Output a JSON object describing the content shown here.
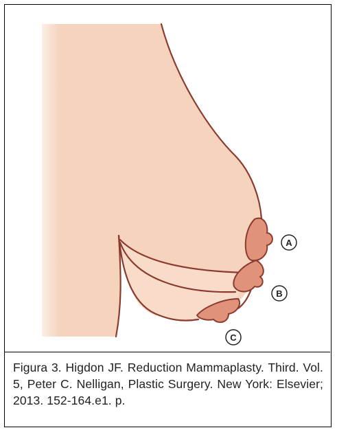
{
  "figure": {
    "caption": "Figura 3. Higdon JF. Reduction Mammaplasty. Third. Vol. 5, Peter C. Nelligan, Plastic Surgery. New York: Elsevier; 2013. 152-164.e1. p.",
    "markers": [
      {
        "label": "A"
      },
      {
        "label": "B"
      },
      {
        "label": "C"
      }
    ]
  },
  "colors": {
    "skin": "#f6d3bd",
    "skin_edge": "#faf2ec",
    "outline": "#8b3a2e",
    "areola": "#e0927a",
    "marker_stroke": "#222222"
  }
}
